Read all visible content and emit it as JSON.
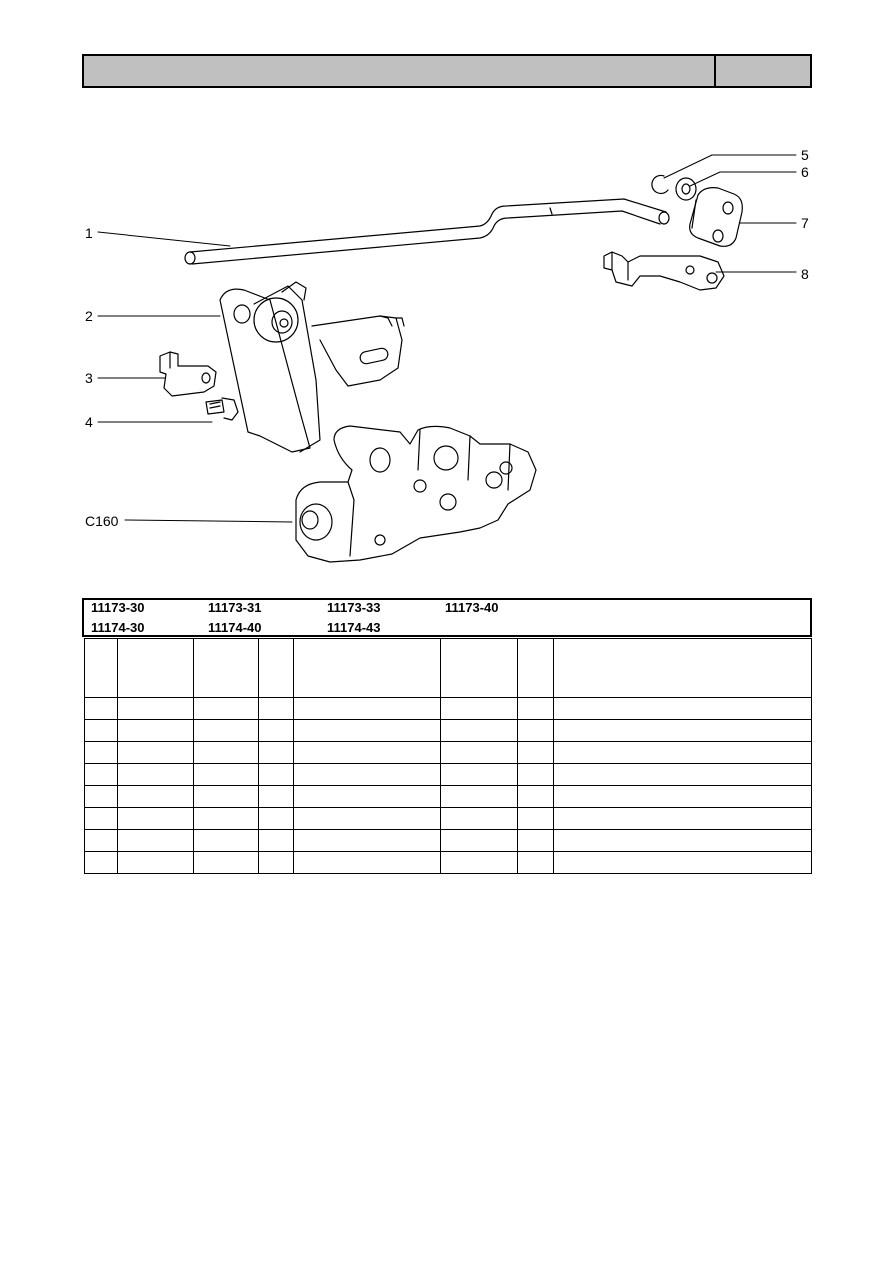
{
  "header": {
    "title": "",
    "page": ""
  },
  "callouts": [
    {
      "id": "c1",
      "label": "1"
    },
    {
      "id": "c2",
      "label": "2"
    },
    {
      "id": "c3",
      "label": "3"
    },
    {
      "id": "c4",
      "label": "4"
    },
    {
      "id": "c160",
      "label": "C160"
    },
    {
      "id": "c5",
      "label": "5"
    },
    {
      "id": "c6",
      "label": "6"
    },
    {
      "id": "c7",
      "label": "7"
    },
    {
      "id": "c8",
      "label": "8"
    }
  ],
  "models": {
    "row1": [
      "11173-30",
      "11173-31",
      "11173-33",
      "11173-40"
    ],
    "row2": [
      "11174-30",
      "11174-40",
      "11174-43"
    ]
  },
  "parts_table": {
    "headers": [
      "",
      "",
      "",
      "",
      "",
      "",
      "",
      ""
    ],
    "rows": [
      [
        "",
        "",
        "",
        "",
        "",
        "",
        "",
        ""
      ],
      [
        "",
        "",
        "",
        "",
        "",
        "",
        "",
        ""
      ],
      [
        "",
        "",
        "",
        "",
        "",
        "",
        "",
        ""
      ],
      [
        "",
        "",
        "",
        "",
        "",
        "",
        "",
        ""
      ],
      [
        "",
        "",
        "",
        "",
        "",
        "",
        "",
        ""
      ],
      [
        "",
        "",
        "",
        "",
        "",
        "",
        "",
        ""
      ],
      [
        "",
        "",
        "",
        "",
        "",
        "",
        "",
        ""
      ],
      [
        "",
        "",
        "",
        "",
        "",
        "",
        "",
        ""
      ]
    ]
  }
}
